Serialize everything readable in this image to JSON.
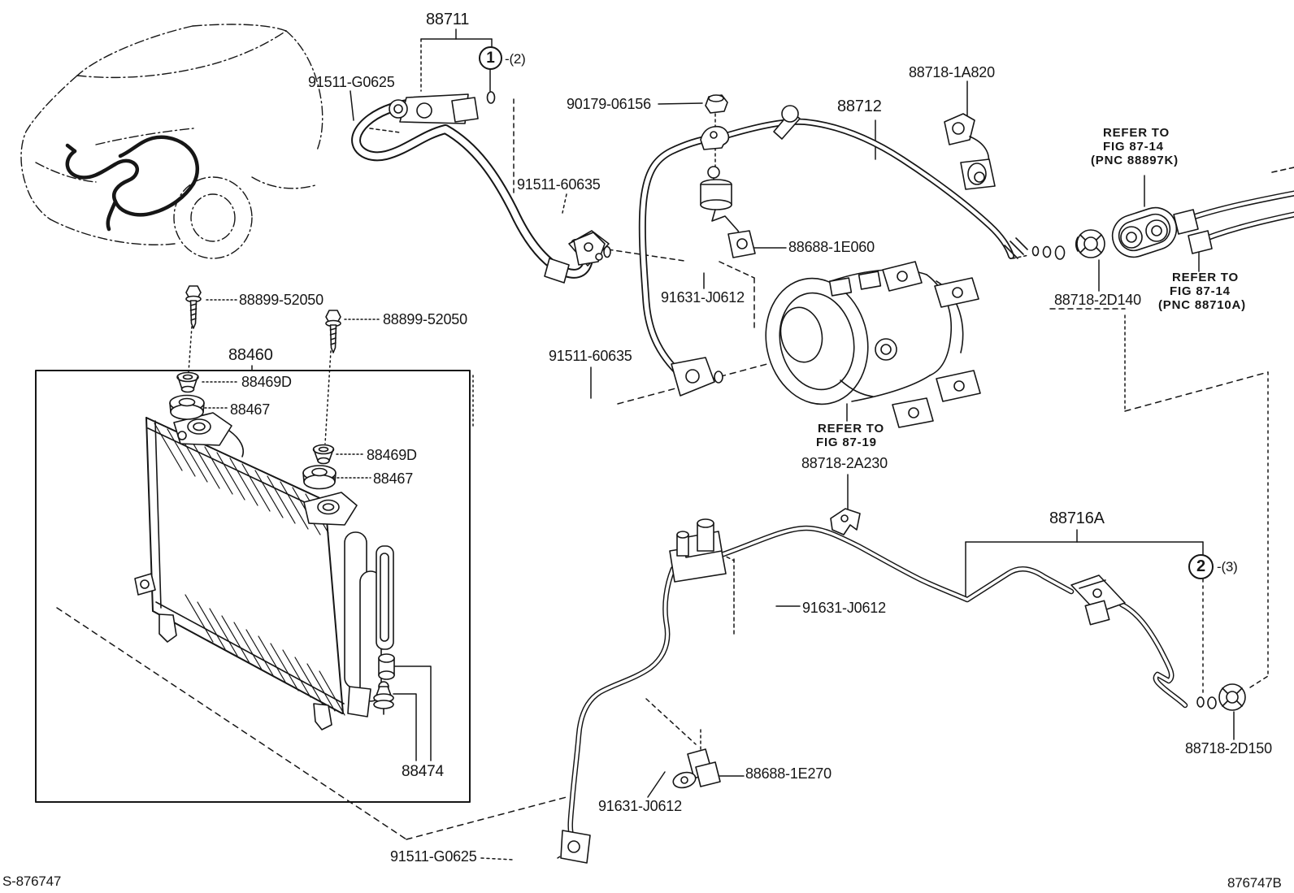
{
  "figure": {
    "footer_left": "S-876747",
    "footer_right": "876747B"
  },
  "colors": {
    "ink": "#161616",
    "paper": "#ffffff"
  },
  "callouts": [
    {
      "number": "1",
      "quantity": "-(2)"
    },
    {
      "number": "2",
      "quantity": "-(3)"
    }
  ],
  "labels": [
    {
      "id": "label-88711",
      "text": "88711"
    },
    {
      "id": "label-91511-G0625",
      "text": "91511-G0625"
    },
    {
      "id": "label-90179-06156",
      "text": "90179-06156"
    },
    {
      "id": "label-91511-60635",
      "text": "91511-60635"
    },
    {
      "id": "label-88712",
      "text": "88712"
    },
    {
      "id": "label-88718-1A820",
      "text": "88718-1A820"
    },
    {
      "id": "refer-1-line-1",
      "text": "REFER TO"
    },
    {
      "id": "refer-1-line-2",
      "text": "FIG 87-14"
    },
    {
      "id": "refer-1-line-3",
      "text": "(PNC 88897K)"
    },
    {
      "id": "label-88688-1E060",
      "text": "88688-1E060"
    },
    {
      "id": "label-91631-J0612",
      "text": "91631-J0612"
    },
    {
      "id": "label-88899-52050-a",
      "text": "88899-52050"
    },
    {
      "id": "label-88899-52050-b",
      "text": "88899-52050"
    },
    {
      "id": "label-88460",
      "text": "88460"
    },
    {
      "id": "label-88469D-a",
      "text": "88469D"
    },
    {
      "id": "label-88467-a",
      "text": "88467"
    },
    {
      "id": "label-91511-60635-b",
      "text": "91511-60635"
    },
    {
      "id": "label-88469D-b",
      "text": "88469D"
    },
    {
      "id": "label-88467-b",
      "text": "88467"
    },
    {
      "id": "refer-2-line-1",
      "text": "REFER TO"
    },
    {
      "id": "refer-2-line-2",
      "text": "FIG 87-19"
    },
    {
      "id": "label-88718-2A230",
      "text": "88718-2A230"
    },
    {
      "id": "label-91631-J0612-b",
      "text": "91631-J0612"
    },
    {
      "id": "label-88716A",
      "text": "88716A"
    },
    {
      "id": "label-88718-2D140",
      "text": "88718-2D140"
    },
    {
      "id": "refer-3-line-1",
      "text": "REFER TO"
    },
    {
      "id": "refer-3-line-2",
      "text": "FIG 87-14"
    },
    {
      "id": "refer-3-line-3",
      "text": "(PNC 88710A)"
    },
    {
      "id": "label-88718-2D150",
      "text": "88718-2D150"
    },
    {
      "id": "label-88688-1E270",
      "text": "88688-1E270"
    },
    {
      "id": "label-91631-J0612-c",
      "text": "91631-J0612"
    },
    {
      "id": "label-91511-G0625-b",
      "text": "91511-G0625"
    },
    {
      "id": "label-88474",
      "text": "88474"
    },
    {
      "id": "footer-left",
      "text": "S-876747"
    },
    {
      "id": "footer-right",
      "text": "876747B"
    }
  ]
}
